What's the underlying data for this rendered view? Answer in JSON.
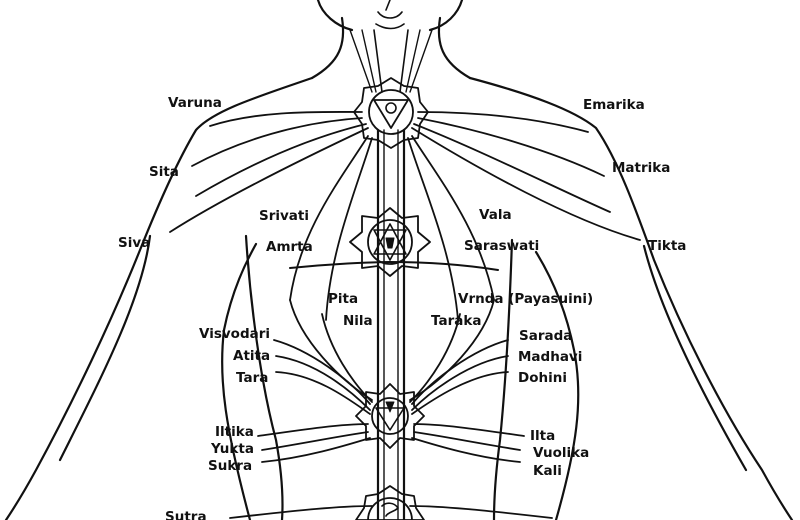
{
  "colors": {
    "ink": "#111111",
    "background": "#ffffff"
  },
  "labels": {
    "varuna": "Varuna",
    "emarika": "Emarika",
    "sita": "Sita",
    "matrika": "Matrika",
    "srivati": "Srivati",
    "vala": "Vala",
    "siva": "Siva",
    "amrta": "Amrta",
    "saraswati": "Saraswati",
    "tikta": "Tikta",
    "pita": "Pita",
    "vrnda": "Vrnda (Payasuini)",
    "nila": "Nila",
    "taraka": "Taraka",
    "visvodari": "Visvodari",
    "sarada": "Sarada",
    "atita": "Atita",
    "madhavi": "Madhavi",
    "tara": "Tara",
    "dohini": "Dohini",
    "iltika": "Iltika",
    "ilta": "Ilta",
    "yukta": "Yukta",
    "vuolika": "Vuolika",
    "sukra": "Sukra",
    "kali": "Kali",
    "sutra": "Sutra"
  },
  "icons": {
    "throat": "throat-chakra-icon",
    "heart": "heart-chakra-icon",
    "solar": "solar-plexus-chakra-icon",
    "sacral": "sacral-chakra-icon"
  }
}
